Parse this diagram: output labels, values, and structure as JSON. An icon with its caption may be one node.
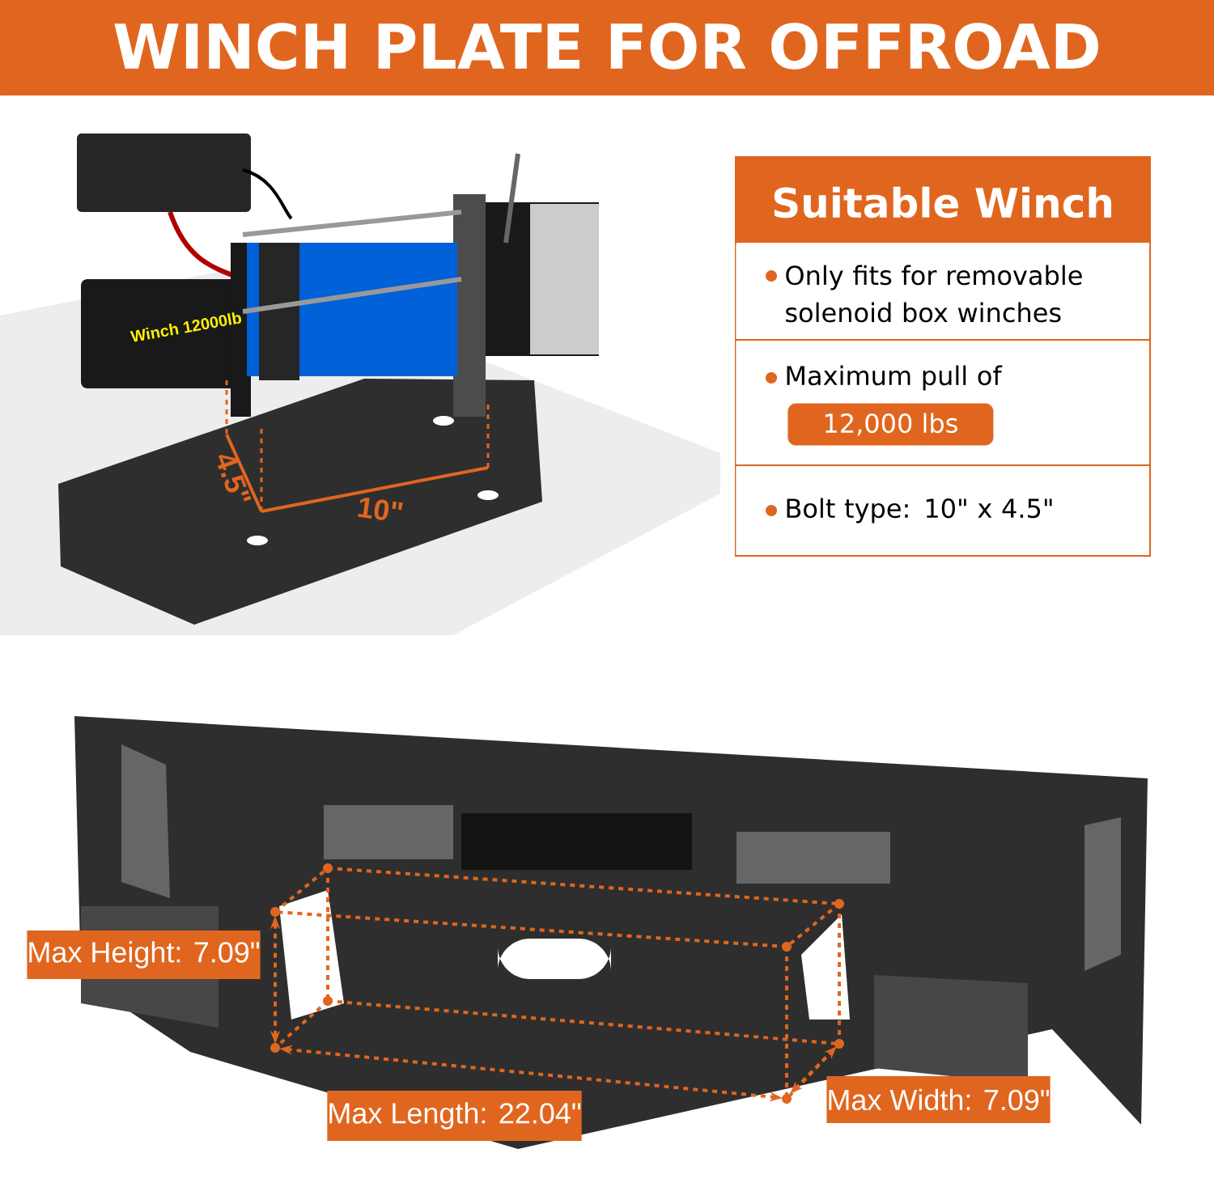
{
  "diagram": {
    "title": "WINCH PLATE FOR OFFROAD",
    "nodes": [
      {
        "text": [
          "Suitable Winch"
        ]
      },
      {
        "text": [
          "Only fits for removable solenoid box winches"
        ],
        "in": 0
      },
      {
        "text": [
          "Maximum pull of"
        ],
        "in": 0
      },
      {
        "text": [
          "12,000 lbs"
        ],
        "in": 2
      },
      {
        "text": [
          "Bolt type: 10\" x 4.5\""
        ],
        "in": 0
      },
      {
        "text": [
          "Max Height: 7.09\""
        ]
      },
      {
        "text": [
          "Max Length: 22.04\""
        ]
      },
      {
        "text": [
          "Max Width: 7.09\""
        ]
      }
    ],
    "labels": [
      "Winch 12000lb",
      "4.5\"",
      "10\""
    ]
  }
}
